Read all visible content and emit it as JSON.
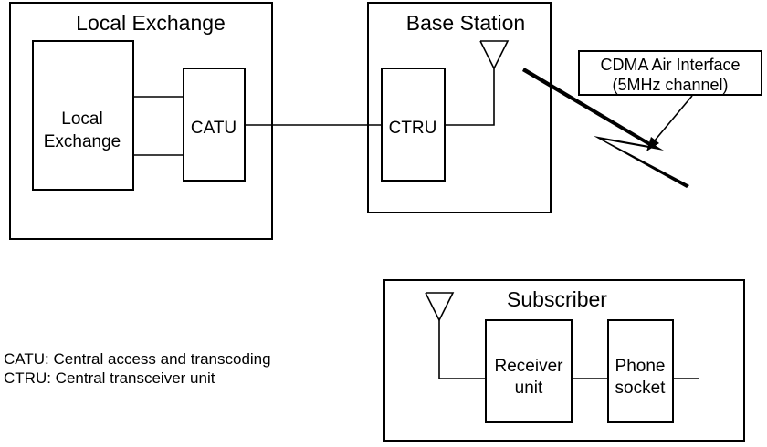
{
  "local_exchange": {
    "title": "Local Exchange",
    "inner_line1": "Local",
    "inner_line2": "Exchange",
    "catu": "CATU"
  },
  "base_station": {
    "title": "Base Station",
    "ctru": "CTRU"
  },
  "air_interface": {
    "line1": "CDMA Air Interface",
    "line2": "(5MHz channel)"
  },
  "subscriber": {
    "title": "Subscriber",
    "receiver_line1": "Receiver",
    "receiver_line2": "unit",
    "phone_line1": "Phone",
    "phone_line2": "socket"
  },
  "legend": {
    "catu": "CATU: Central access and transcoding",
    "ctru": "CTRU: Central transceiver unit"
  }
}
